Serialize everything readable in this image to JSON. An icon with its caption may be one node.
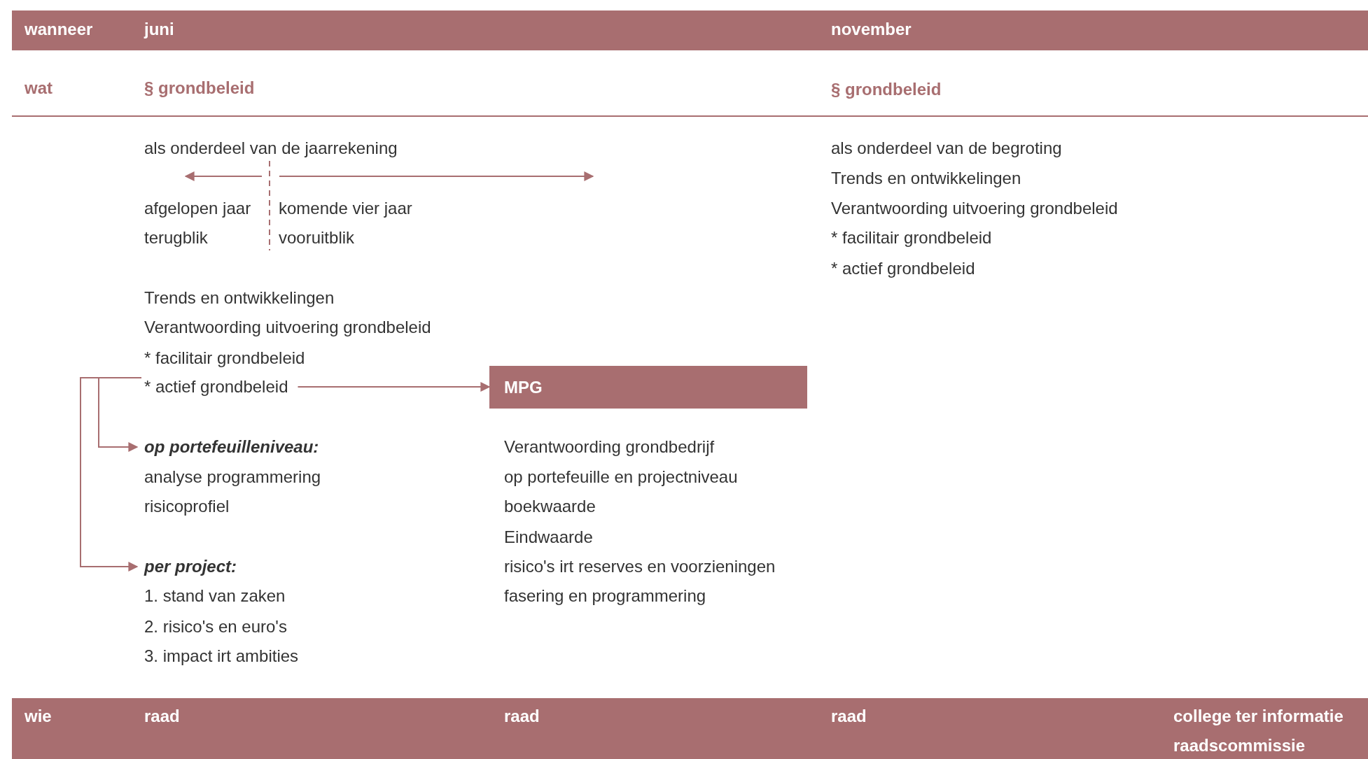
{
  "diagram": {
    "nodes": [
      {
        "text": [
          "wanneer",
          "juni",
          "november"
        ]
      },
      {
        "text": [
          "* actief grondbeleid"
        ]
      },
      {
        "text": [
          "MPG"
        ]
      },
      {
        "text": [
          "op portefeuilleniveau:"
        ]
      },
      {
        "text": [
          "per project:"
        ]
      },
      {
        "text": [
          "wie",
          "raad",
          "raad",
          "raad",
          "college ter informatie",
          "raadscommissie"
        ]
      }
    ],
    "edges": [
      {
        "from": 1,
        "to": 2,
        "arrow": "to"
      },
      {
        "from": 1,
        "to": 3,
        "arrow": "to"
      },
      {
        "from": 1,
        "to": 4,
        "arrow": "to"
      }
    ],
    "labels": [
      "wat",
      "§ grondbeleid",
      "§ grondbeleid",
      "als onderdeel van de jaarrekening",
      "afgelopen jaar",
      "komende vier jaar",
      "terugblik",
      "vooruitblik",
      "Trends en ontwikkelingen",
      "Verantwoording uitvoering grondbeleid",
      "* facilitair grondbeleid",
      "analyse programmering",
      "risicoprofiel",
      "1. stand van zaken",
      "2. risico's en euro's",
      "3. impact irt ambities",
      "Verantwoording grondbedrijf",
      "op portefeuille en projectniveau",
      "boekwaarde",
      "Eindwaarde",
      "risico's irt reserves en voorzieningen",
      "fasering en programmering",
      "als onderdeel van de begroting",
      "Trends en ontwikkelingen",
      "Verantwoording uitvoering grondbeleid",
      "* facilitair grondbeleid",
      "* actief grondbeleid"
    ]
  }
}
